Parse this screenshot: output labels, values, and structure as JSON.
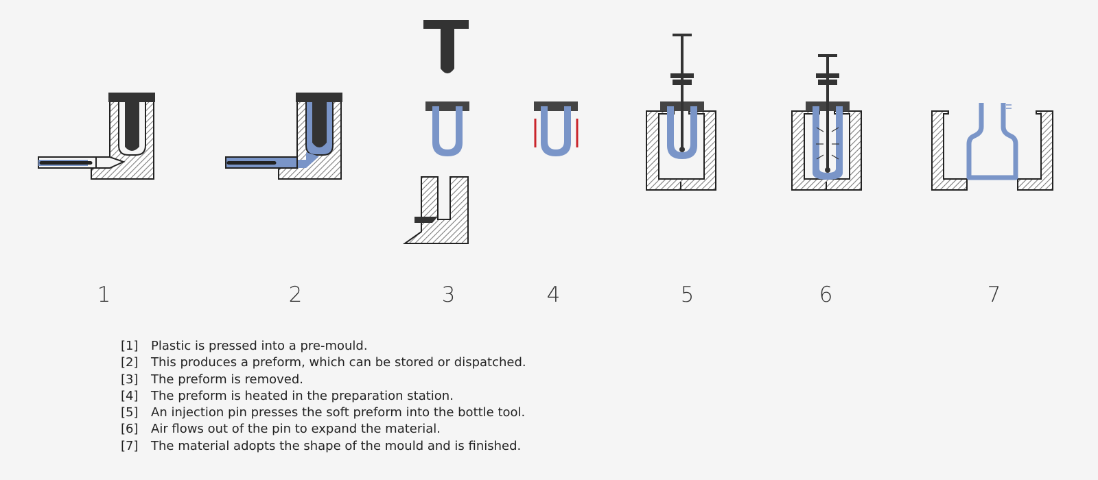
{
  "colors": {
    "background": "#f5f5f5",
    "tool_dark": "#333333",
    "hatch": "#8f8f8f",
    "plastic_blue": "#7a95c8",
    "heater_red": "#c9252b"
  },
  "steps": [
    {
      "number": "1",
      "tag": "[1]",
      "caption": "Plastic is pressed into a pre-mould."
    },
    {
      "number": "2",
      "tag": "[2]",
      "caption": "This produces a preform, which can be stored or dispatched."
    },
    {
      "number": "3",
      "tag": "[3]",
      "caption": "The preform is removed."
    },
    {
      "number": "4",
      "tag": "[4]",
      "caption": "The preform is heated in the preparation station."
    },
    {
      "number": "5",
      "tag": "[5]",
      "caption": "An injection pin presses the soft preform into the bottle tool."
    },
    {
      "number": "6",
      "tag": "[6]",
      "caption": "Air flows out of the pin to expand the material."
    },
    {
      "number": "7",
      "tag": "[7]",
      "caption": "The material adopts the shape of the mould and is finished."
    }
  ]
}
